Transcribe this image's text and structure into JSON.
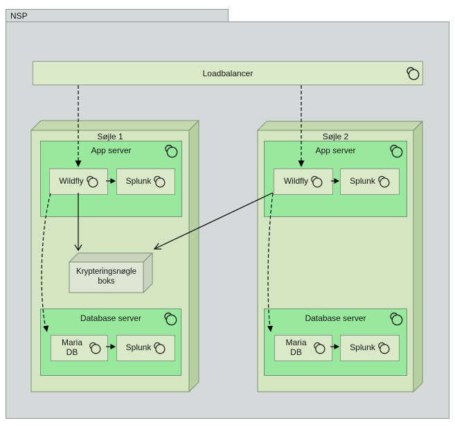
{
  "colors": {
    "package-fill": "#d5d9da",
    "package-border": "#8e9699",
    "node-face": "#d3e6c1",
    "node-top": "#c4daae",
    "node-side": "#b7d0a1",
    "node-border": "#7b8f6e",
    "server-fill": "#98e89e",
    "server-border": "#6e9072",
    "box-fill": "#dae9c7",
    "box-border": "#8e968b",
    "key-face": "#dfe6d6",
    "key-band": "#cad3bf",
    "key-border": "#888f82",
    "line": "#000000"
  },
  "package": {
    "label": "NSP"
  },
  "loadbalancer": {
    "label": "Loadbalancer",
    "icon": "node-instance-icon"
  },
  "columns": [
    {
      "label": "Søjle 1",
      "app_server": {
        "label": "App server",
        "icon": "node-instance-icon",
        "components": [
          {
            "label": "Wildfly",
            "icon": "node-instance-icon"
          },
          {
            "label": "Splunk",
            "icon": "node-instance-icon"
          }
        ]
      },
      "database_server": {
        "label": "Database server",
        "icon": "node-instance-icon",
        "components": [
          {
            "label": "Maria DB",
            "icon": "node-instance-icon"
          },
          {
            "label": "Splunk",
            "icon": "node-instance-icon"
          }
        ]
      }
    },
    {
      "label": "Søjle 2",
      "app_server": {
        "label": "App server",
        "icon": "node-instance-icon",
        "components": [
          {
            "label": "Wildfly",
            "icon": "node-instance-icon"
          },
          {
            "label": "Splunk",
            "icon": "node-instance-icon"
          }
        ]
      },
      "database_server": {
        "label": "Database server",
        "icon": "node-instance-icon",
        "components": [
          {
            "label": "Maria DB",
            "icon": "node-instance-icon"
          },
          {
            "label": "Splunk",
            "icon": "node-instance-icon"
          }
        ]
      }
    }
  ],
  "key_box": {
    "label": "Krypteringsnøgle boks"
  },
  "connections": [
    {
      "from": "Loadbalancer",
      "to": "Søjle 1 / Wildfly",
      "style": "dashed-arrow"
    },
    {
      "from": "Loadbalancer",
      "to": "Søjle 2 / Wildfly",
      "style": "dashed-arrow"
    },
    {
      "from": "Søjle 1 / Wildfly",
      "to": "Søjle 1 / App Splunk",
      "style": "solid-arrow"
    },
    {
      "from": "Søjle 2 / Wildfly",
      "to": "Søjle 2 / App Splunk",
      "style": "solid-arrow"
    },
    {
      "from": "Søjle 1 / Wildfly",
      "to": "Krypteringsnøgle boks",
      "style": "solid-open-arrow"
    },
    {
      "from": "Søjle 2 / Wildfly",
      "to": "Krypteringsnøgle boks",
      "style": "solid-open-arrow"
    },
    {
      "from": "Søjle 1 / Wildfly",
      "to": "Søjle 1 / Maria DB",
      "style": "dashed-arrow"
    },
    {
      "from": "Søjle 2 / Wildfly",
      "to": "Søjle 2 / Maria DB",
      "style": "dashed-arrow"
    },
    {
      "from": "Søjle 1 / Maria DB",
      "to": "Søjle 1 / DB Splunk",
      "style": "solid-arrow"
    },
    {
      "from": "Søjle 2 / Maria DB",
      "to": "Søjle 2 / DB Splunk",
      "style": "solid-arrow"
    }
  ]
}
